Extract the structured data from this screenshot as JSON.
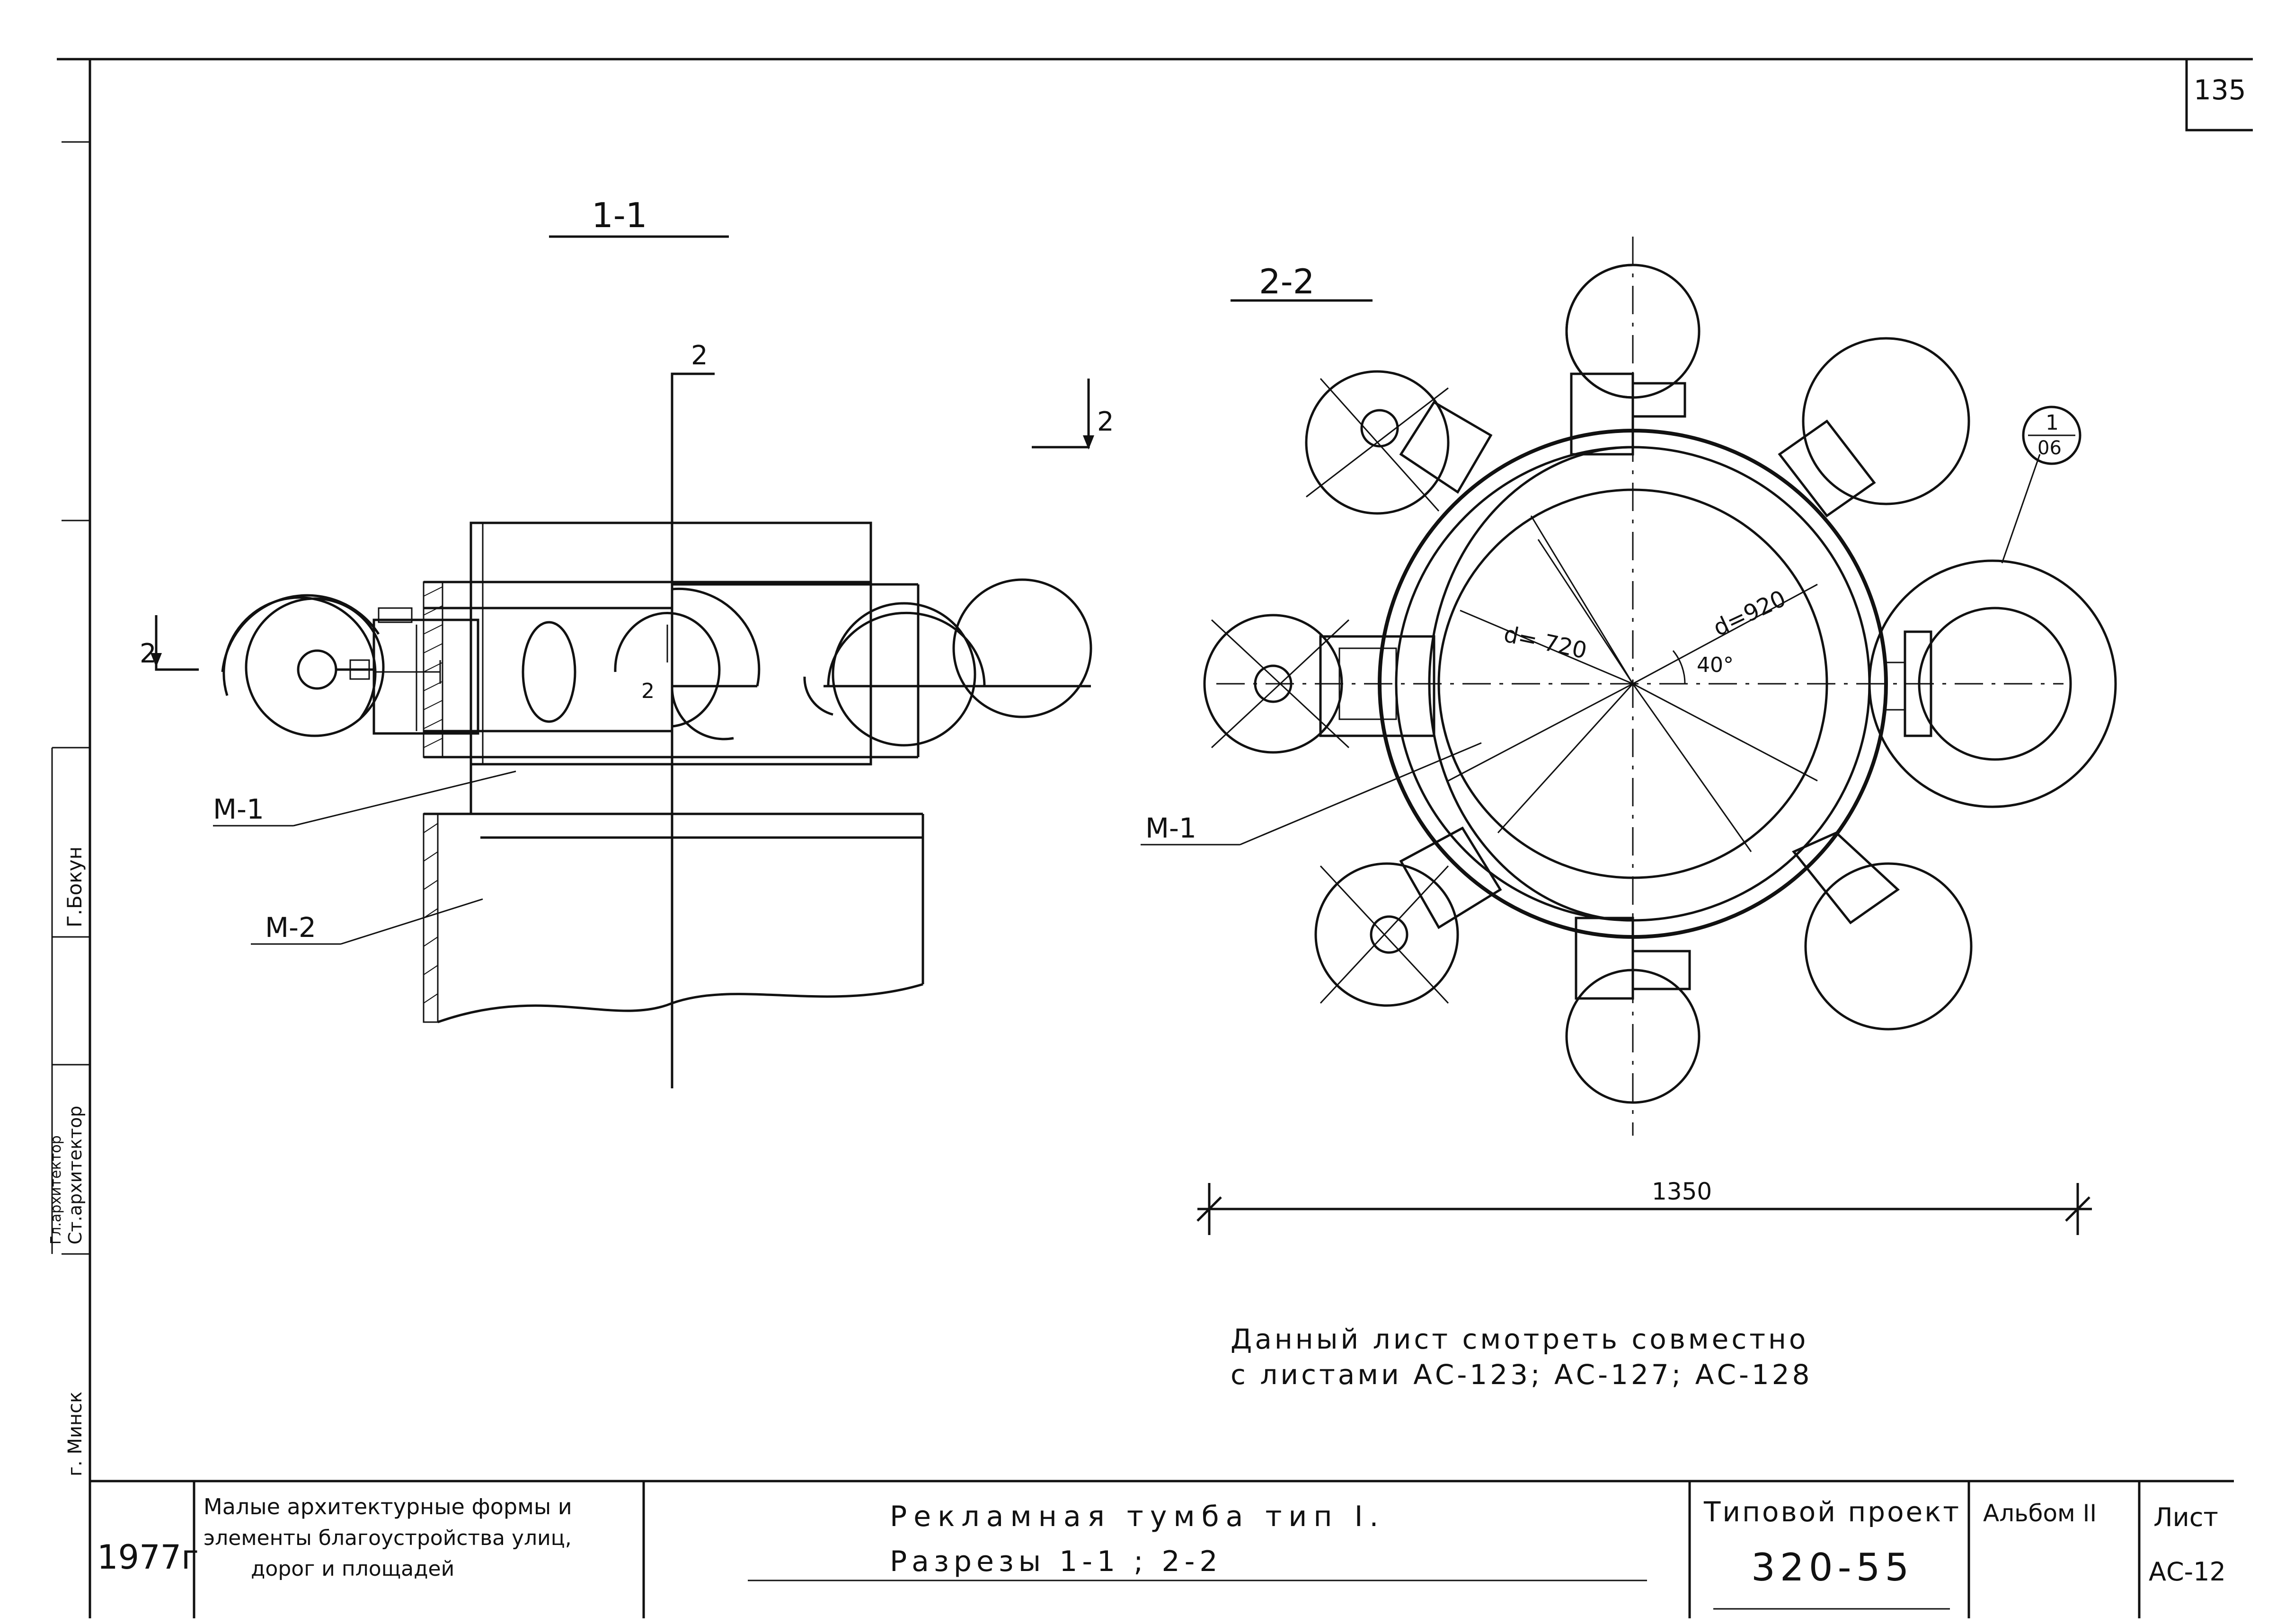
{
  "sheet_corner_number": "135",
  "section_1_1": {
    "title": "1-1",
    "cut_mark_top_2": "2",
    "cut_mark_right_2": "2",
    "cut_mark_left_2": "2",
    "inner_mark_2": "2",
    "callout_m1": "М-1",
    "callout_m2": "М-2"
  },
  "section_2_2": {
    "title": "2-2",
    "dim_d_inner": "d= 720",
    "dim_d_outer": "d=920",
    "angle": "40°",
    "callout_m1": "М-1",
    "node_ref_top": "1",
    "node_ref_bottom": "06",
    "overall_dim": "1350"
  },
  "note": {
    "line1": "Данный лист смотреть совместно",
    "line2": "с листами АС-123; АС-127; АС-128"
  },
  "side_stamp": {
    "city": "г. Минск",
    "role1": "Ст.архитектор",
    "role2": "Гл.архитектор",
    "name": "Г.Бокун"
  },
  "title_block": {
    "year": "1977г",
    "series_line1": "Малые архитектурные формы и",
    "series_line2": "элементы благоустройства улиц,",
    "series_line3": "дорог и площадей",
    "title_line1": "Рекламная тумба тип I.",
    "title_line2": "Разрезы 1-1 ; 2-2",
    "project_label": "Типовой проект",
    "project_number": "320-55",
    "album": "Альбом II",
    "sheet_label": "Лист",
    "sheet_number": "АС-12"
  }
}
